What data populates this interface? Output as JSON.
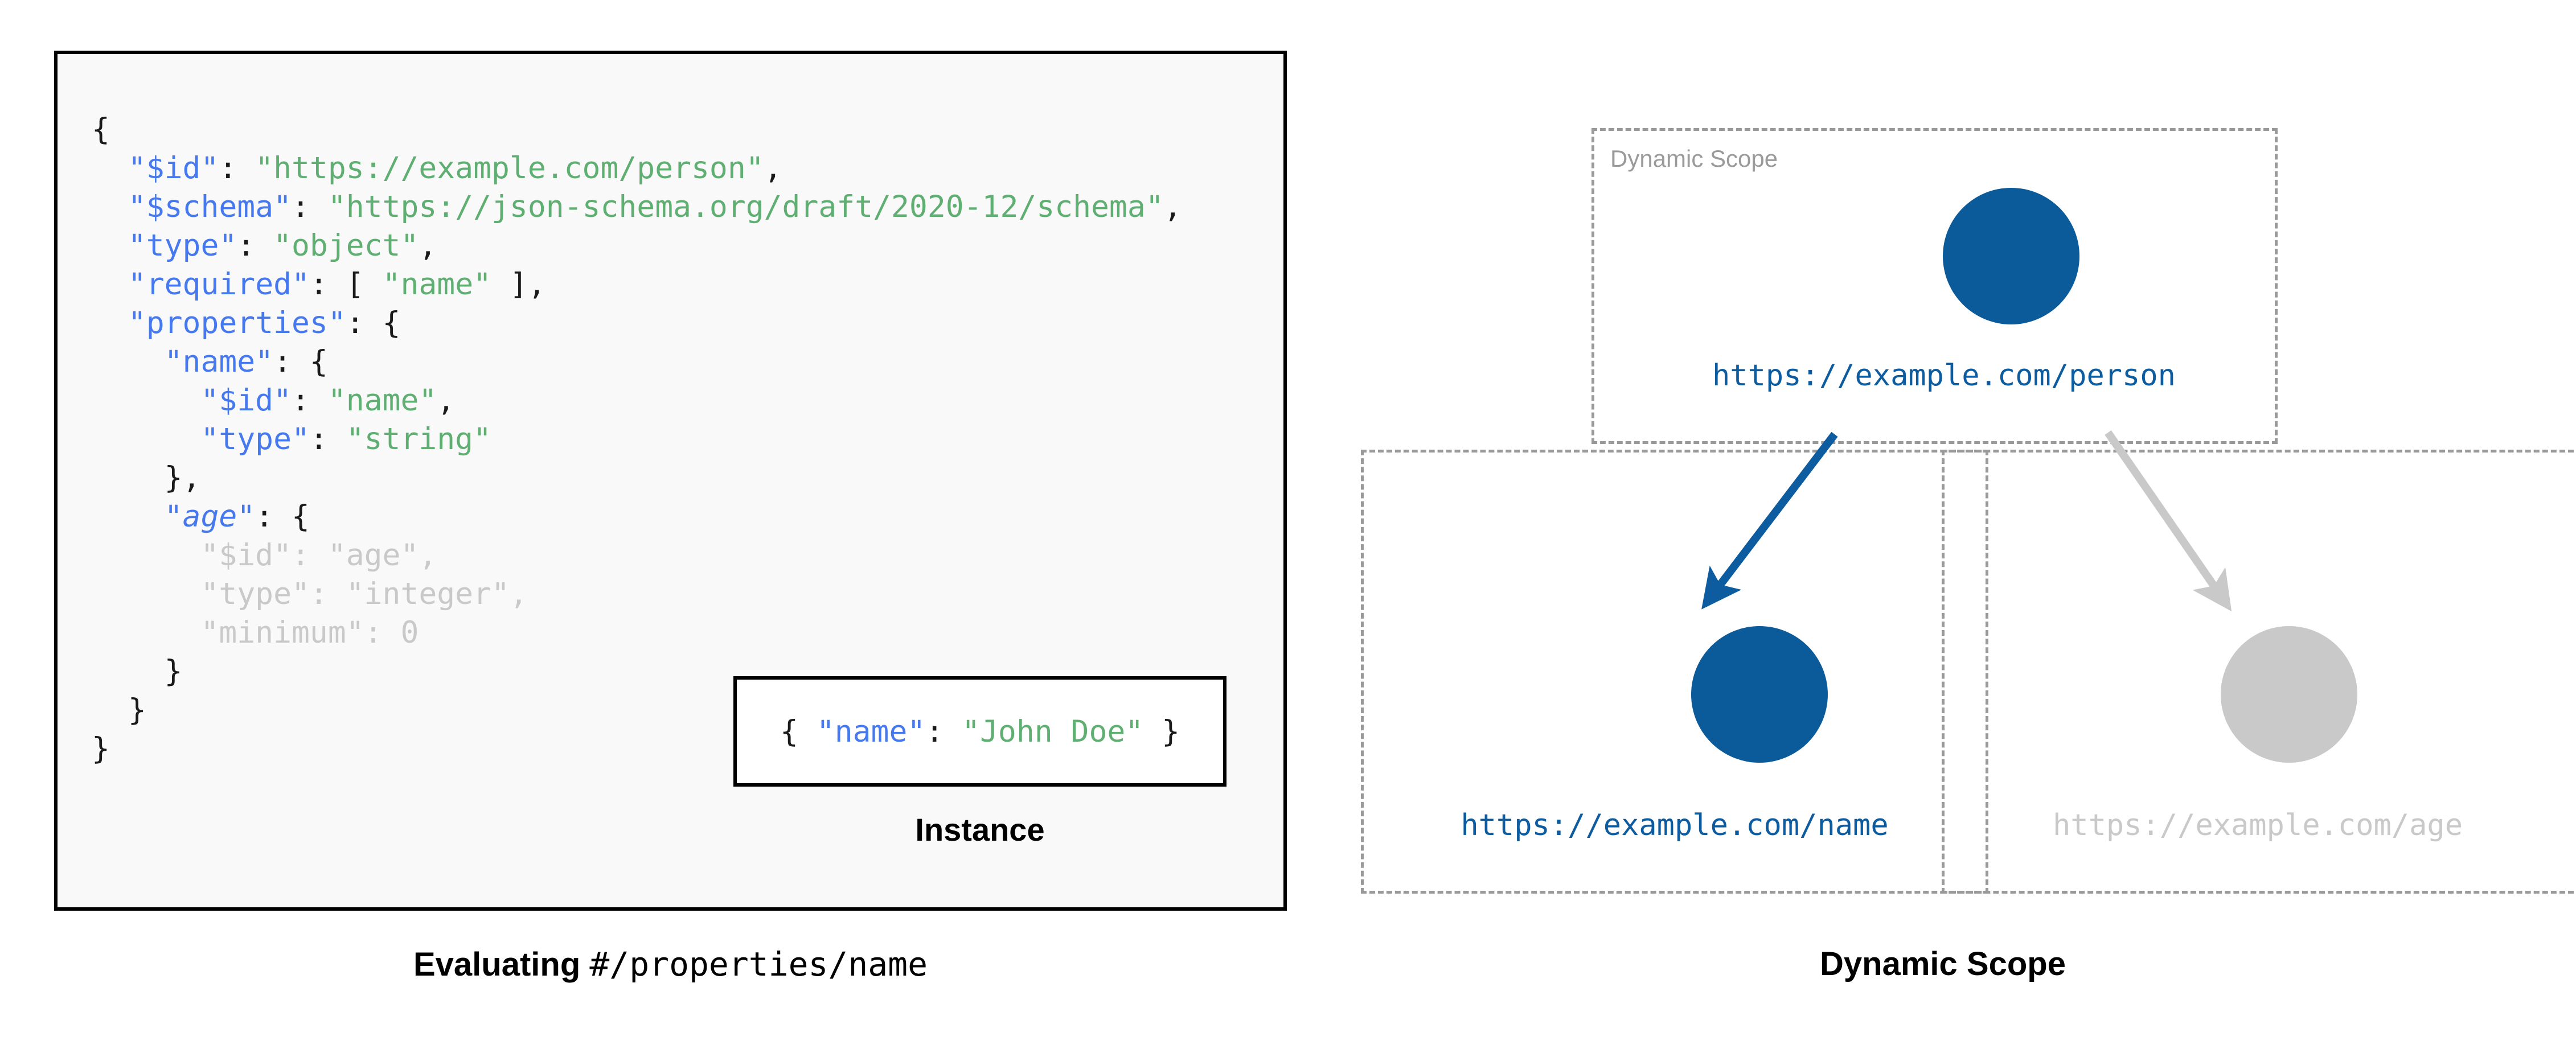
{
  "left": {
    "code_lines": [
      [
        {
          "t": "{",
          "c": "p"
        }
      ],
      [
        {
          "t": "  ",
          "c": "p"
        },
        {
          "t": "\"$id\"",
          "c": "k"
        },
        {
          "t": ": ",
          "c": "p"
        },
        {
          "t": "\"https://example.com/person\"",
          "c": "s"
        },
        {
          "t": ",",
          "c": "p"
        }
      ],
      [
        {
          "t": "  ",
          "c": "p"
        },
        {
          "t": "\"$schema\"",
          "c": "k"
        },
        {
          "t": ": ",
          "c": "p"
        },
        {
          "t": "\"https://json-schema.org/draft/2020-12/schema\"",
          "c": "s"
        },
        {
          "t": ",",
          "c": "p"
        }
      ],
      [
        {
          "t": "  ",
          "c": "p"
        },
        {
          "t": "\"type\"",
          "c": "k"
        },
        {
          "t": ": ",
          "c": "p"
        },
        {
          "t": "\"object\"",
          "c": "s"
        },
        {
          "t": ",",
          "c": "p"
        }
      ],
      [
        {
          "t": "  ",
          "c": "p"
        },
        {
          "t": "\"required\"",
          "c": "k"
        },
        {
          "t": ": [ ",
          "c": "p"
        },
        {
          "t": "\"name\"",
          "c": "s"
        },
        {
          "t": " ],",
          "c": "p"
        }
      ],
      [
        {
          "t": "  ",
          "c": "p"
        },
        {
          "t": "\"properties\"",
          "c": "k"
        },
        {
          "t": ": {",
          "c": "p"
        }
      ],
      [
        {
          "t": "    ",
          "c": "p"
        },
        {
          "t": "\"name\"",
          "c": "k"
        },
        {
          "t": ": {",
          "c": "p"
        }
      ],
      [
        {
          "t": "      ",
          "c": "p"
        },
        {
          "t": "\"$id\"",
          "c": "k"
        },
        {
          "t": ": ",
          "c": "p"
        },
        {
          "t": "\"name\"",
          "c": "s"
        },
        {
          "t": ",",
          "c": "p"
        }
      ],
      [
        {
          "t": "      ",
          "c": "p"
        },
        {
          "t": "\"type\"",
          "c": "k"
        },
        {
          "t": ": ",
          "c": "p"
        },
        {
          "t": "\"string\"",
          "c": "s"
        }
      ],
      [
        {
          "t": "    },",
          "c": "p"
        }
      ],
      [
        {
          "t": "    ",
          "c": "p"
        },
        {
          "t": "\"age\"",
          "c": "ki"
        },
        {
          "t": ": {",
          "c": "p"
        }
      ],
      [
        {
          "t": "      \"$id\": \"age\",",
          "c": "dim"
        }
      ],
      [
        {
          "t": "      \"type\": \"integer\",",
          "c": "dim"
        }
      ],
      [
        {
          "t": "      \"minimum\": 0",
          "c": "dim"
        }
      ],
      [
        {
          "t": "    }",
          "c": "p"
        }
      ],
      [
        {
          "t": "  }",
          "c": "p"
        }
      ],
      [
        {
          "t": "}",
          "c": "p"
        }
      ]
    ],
    "instance": {
      "code_parts": [
        {
          "t": "{ ",
          "c": "p"
        },
        {
          "t": "\"name\"",
          "c": "k"
        },
        {
          "t": ": ",
          "c": "p"
        },
        {
          "t": "\"John Doe\"",
          "c": "s"
        },
        {
          "t": " }",
          "c": "p"
        }
      ],
      "caption": "Instance"
    },
    "caption_bold": "Evaluating",
    "caption_mono": "#/properties/name"
  },
  "diagram": {
    "caption": "Dynamic Scope",
    "scope_top_label": "Dynamic Scope",
    "nodes": [
      {
        "id": "person",
        "label": "https://example.com/person",
        "color": "#0B5B9A",
        "active": true
      },
      {
        "id": "name",
        "label": "https://example.com/name",
        "color": "#0B5B9A",
        "active": true
      },
      {
        "id": "age",
        "label": "https://example.com/age",
        "color": "#C9C9C9",
        "active": false
      }
    ],
    "edges": [
      {
        "from": "person",
        "to": "name",
        "color": "#0E5CA0",
        "active": true
      },
      {
        "from": "person",
        "to": "age",
        "color": "#C9C9C9",
        "active": false
      }
    ]
  },
  "colors": {
    "json_key": "#4679ED",
    "json_string": "#5FAE72",
    "dimmed": "#C9C9C9",
    "accent_blue": "#0B5B9A",
    "dash_gray": "#9A9A9A",
    "panel_bg": "#F9F9F9"
  }
}
